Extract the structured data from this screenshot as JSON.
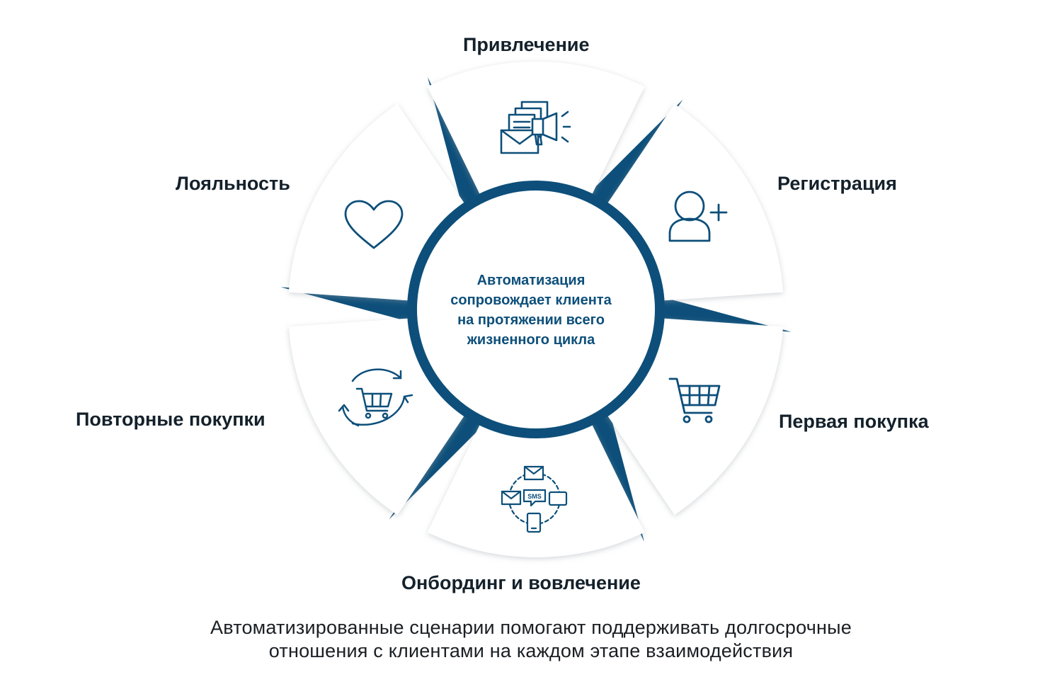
{
  "colors": {
    "accent": "#0d4f7a",
    "segment_fill": "#ffffff",
    "segment_shadow": "#d6dadd",
    "text_dark": "#14212b"
  },
  "center": {
    "lines": [
      "Автоматизация",
      "сопровождает клиента",
      "на протяжении всего",
      "жизненного цикла"
    ]
  },
  "stages": [
    {
      "label": "Привлечение",
      "icon": "megaphone-email-icon"
    },
    {
      "label": "Регистрация",
      "icon": "add-user-icon"
    },
    {
      "label": "Первая покупка",
      "icon": "shopping-cart-icon"
    },
    {
      "label": "Онбординг и вовлечение",
      "icon": "omnichannel-messaging-icon"
    },
    {
      "label": "Повторные покупки",
      "icon": "repeat-cart-icon"
    },
    {
      "label": "Лояльность",
      "icon": "heart-icon"
    }
  ],
  "icon_text": {
    "sms": "SMS"
  },
  "caption": {
    "lines": [
      "Автоматизированные сценарии помогают поддерживать долгосрочные",
      "отношения с клиентами на каждом этапе взаимодействия"
    ]
  }
}
